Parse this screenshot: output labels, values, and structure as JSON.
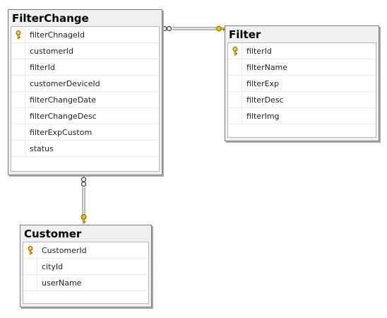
{
  "tables": {
    "filter_change": {
      "title": "FilterChange",
      "columns": [
        {
          "name": "filterChnageId",
          "primary_key": true
        },
        {
          "name": "customerId",
          "primary_key": false
        },
        {
          "name": "filterId",
          "primary_key": false
        },
        {
          "name": "customerDeviceId",
          "primary_key": false
        },
        {
          "name": "filterChangeDate",
          "primary_key": false
        },
        {
          "name": "filterChangeDesc",
          "primary_key": false
        },
        {
          "name": "filterExpCustom",
          "primary_key": false
        },
        {
          "name": "status",
          "primary_key": false
        }
      ]
    },
    "filter": {
      "title": "Filter",
      "columns": [
        {
          "name": "filterId",
          "primary_key": true
        },
        {
          "name": "filterName",
          "primary_key": false
        },
        {
          "name": "filterExp",
          "primary_key": false
        },
        {
          "name": "filterDesc",
          "primary_key": false
        },
        {
          "name": "filterImg",
          "primary_key": false
        }
      ]
    },
    "customer": {
      "title": "Customer",
      "columns": [
        {
          "name": "CustomerId",
          "primary_key": true
        },
        {
          "name": "cityId",
          "primary_key": false
        },
        {
          "name": "userName",
          "primary_key": false
        }
      ]
    }
  },
  "relationships": [
    {
      "from": "filter_change",
      "to": "filter",
      "from_end": "many-infinity-icon",
      "to_end": "one-key-icon"
    },
    {
      "from": "filter_change",
      "to": "customer",
      "from_end": "many-infinity-icon",
      "to_end": "one-key-icon"
    }
  ],
  "colors": {
    "key_fill": "#f2c200",
    "key_stroke": "#7a5a00",
    "line": "#6e6e6e",
    "box_bg": "#f0f0f0",
    "box_border": "#7a7a7a"
  }
}
